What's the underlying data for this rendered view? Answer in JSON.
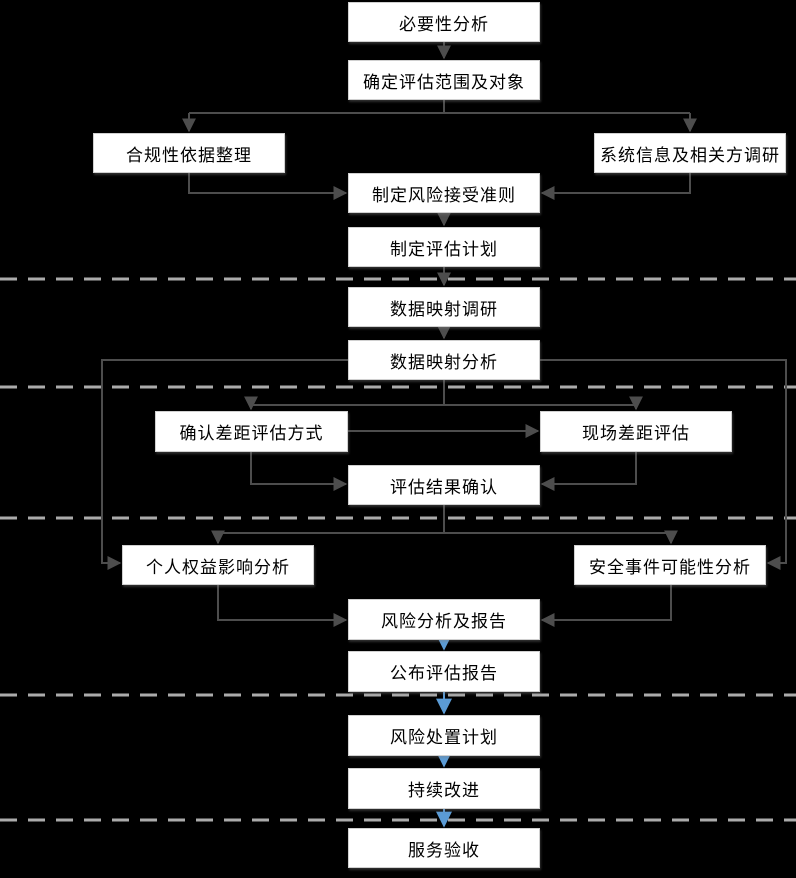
{
  "diagram": {
    "type": "flowchart",
    "phase_divider_count": 5,
    "colors": {
      "background": "#000000",
      "node_fill": "#ffffff",
      "node_border": "#d0d0d0",
      "node_text": "#000000",
      "connector_gray": "#4d4d4d",
      "connector_blue": "#5b9bd5",
      "phase_divider": "#ababab"
    },
    "nodes": {
      "necessity": {
        "label": "必要性分析"
      },
      "scope": {
        "label": "确定评估范围及对象"
      },
      "compliance": {
        "label": "合规性依据整理"
      },
      "system_survey": {
        "label": "系统信息及相关方调研"
      },
      "criteria": {
        "label": "制定风险接受准则"
      },
      "plan": {
        "label": "制定评估计划"
      },
      "mapping_survey": {
        "label": "数据映射调研"
      },
      "mapping_analysis": {
        "label": "数据映射分析"
      },
      "gap_method": {
        "label": "确认差距评估方式"
      },
      "onsite_gap": {
        "label": "现场差距评估"
      },
      "result_confirm": {
        "label": "评估结果确认"
      },
      "rights_impact": {
        "label": "个人权益影响分析"
      },
      "security_likelihood": {
        "label": "安全事件可能性分析"
      },
      "risk_report": {
        "label": "风险分析及报告"
      },
      "publish_report": {
        "label": "公布评估报告"
      },
      "treatment_plan": {
        "label": "风险处置计划"
      },
      "improve": {
        "label": "持续改进"
      },
      "acceptance": {
        "label": "服务验收"
      }
    }
  }
}
